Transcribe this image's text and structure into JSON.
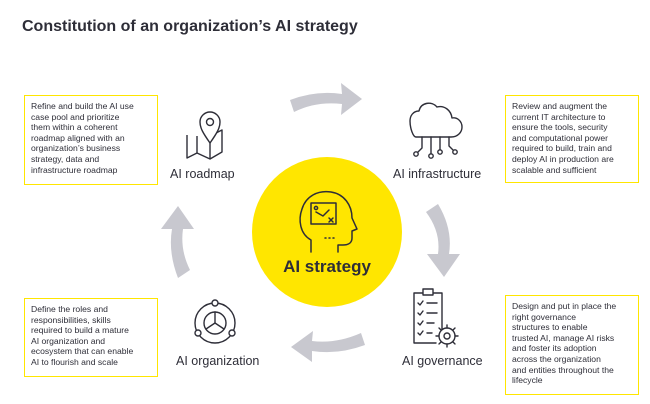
{
  "title": "Constitution of an organization’s AI strategy",
  "center": {
    "label": "AI strategy"
  },
  "pillars": [
    {
      "label": "AI roadmap",
      "icon": "map-pin-icon",
      "description_lines": [
        "Refine and build the AI use",
        "case pool and prioritize",
        "them within a coherent",
        "roadmap aligned with an",
        "organization’s business",
        "strategy, data and",
        "infrastructure roadmap"
      ]
    },
    {
      "label": "AI infrastructure",
      "icon": "cloud-network-icon",
      "description_lines": [
        "Review and augment the",
        "current IT architecture to",
        "ensure the tools, security",
        "and computational power",
        "required to build, train and",
        "deploy AI in production are",
        "scalable and sufficient"
      ]
    },
    {
      "label": "AI governance",
      "icon": "checklist-gear-icon",
      "description_lines": [
        "Design and put in place the",
        "right governance",
        "structures to enable",
        "trusted AI, manage AI risks",
        "and foster its adoption",
        "across the organization",
        "and entities throughout the",
        "lifecycle"
      ]
    },
    {
      "label": "AI organization",
      "icon": "org-network-icon",
      "description_lines": [
        "Define the roles and",
        "responsibilities, skills",
        "required to build a mature",
        "AI organization and",
        "ecosystem that can enable",
        "AI to flourish and scale"
      ]
    }
  ],
  "colors": {
    "accent": "#ffe600",
    "text": "#2e2e38",
    "arrow": "#c8c8cf"
  }
}
